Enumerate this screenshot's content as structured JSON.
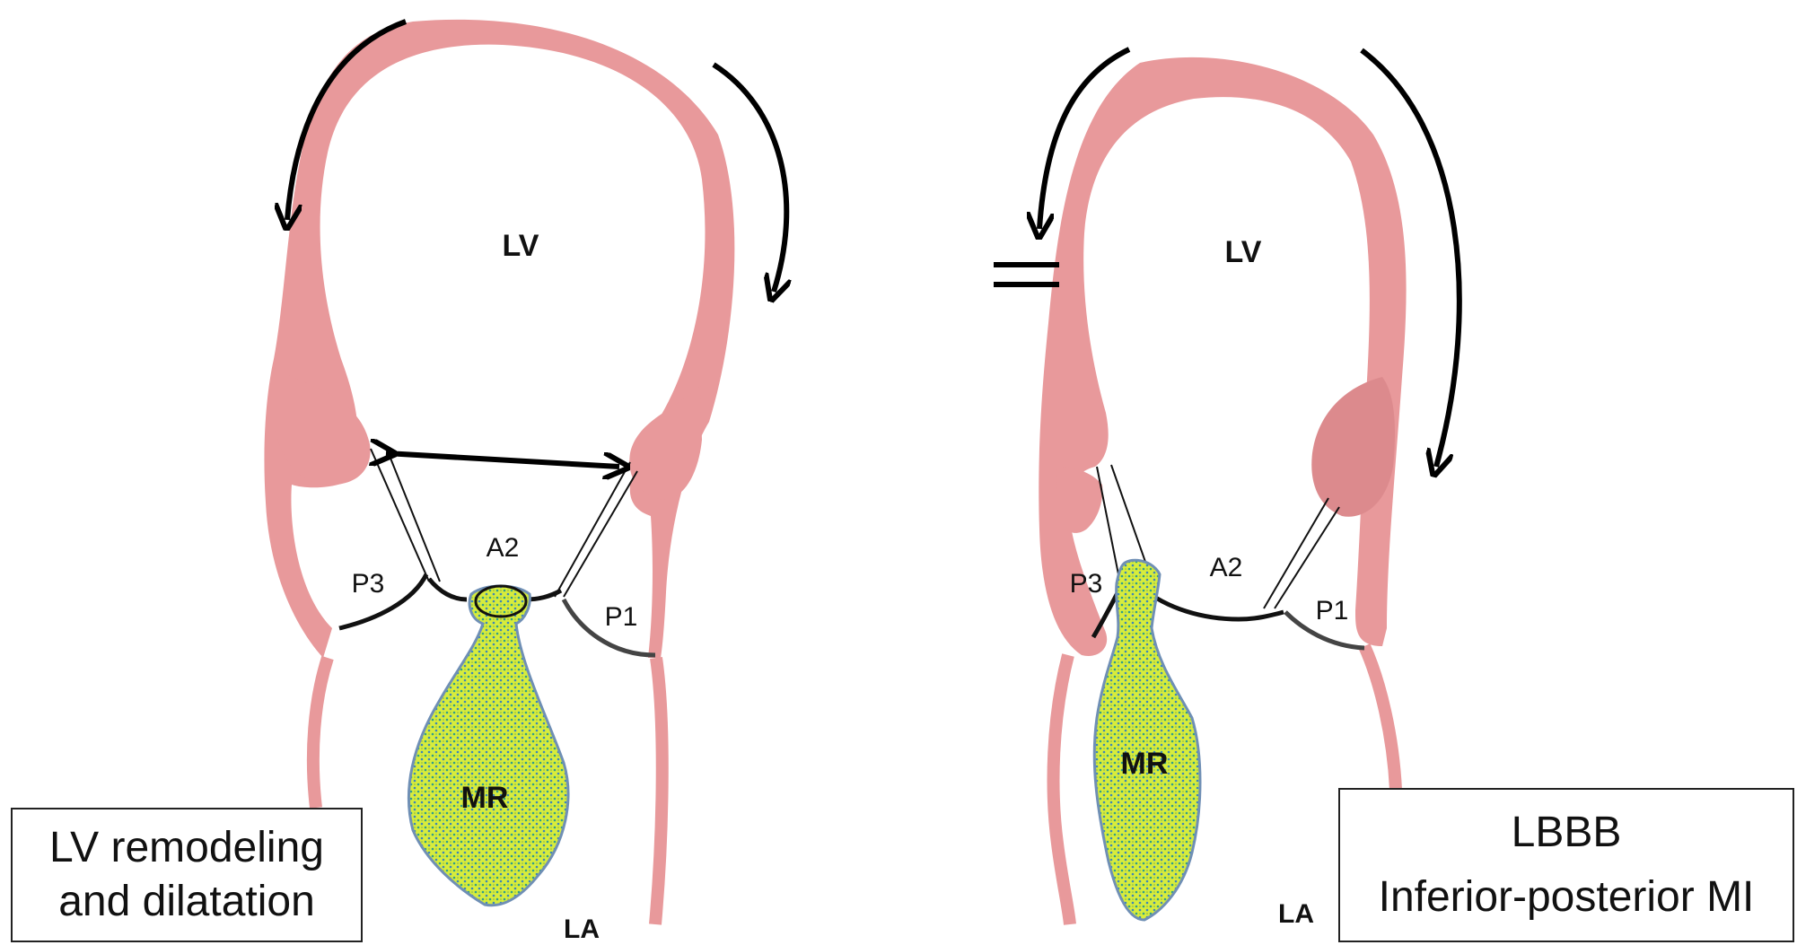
{
  "left_panel": {
    "lv_label": "LV",
    "la_label": "LA",
    "mr_label": "MR",
    "leaflets": {
      "p3": "P3",
      "a2": "A2",
      "p1": "P1"
    },
    "caption": {
      "line1": "LV remodeling",
      "line2": "and dilatation"
    }
  },
  "right_panel": {
    "lv_label": "LV",
    "la_label": "LA",
    "mr_label": "MR",
    "leaflets": {
      "p3": "P3",
      "a2": "A2",
      "p1": "P1"
    },
    "caption": {
      "line1": "LBBB",
      "line2": "Inferior-posterior MI"
    }
  },
  "colors": {
    "myocardium": "#e8999b",
    "papillary_dark": "#dc8a8d",
    "regurgitant_jet": "#d7ec3c",
    "jet_outline": "#6f8fb5",
    "arrow": "#000000"
  }
}
